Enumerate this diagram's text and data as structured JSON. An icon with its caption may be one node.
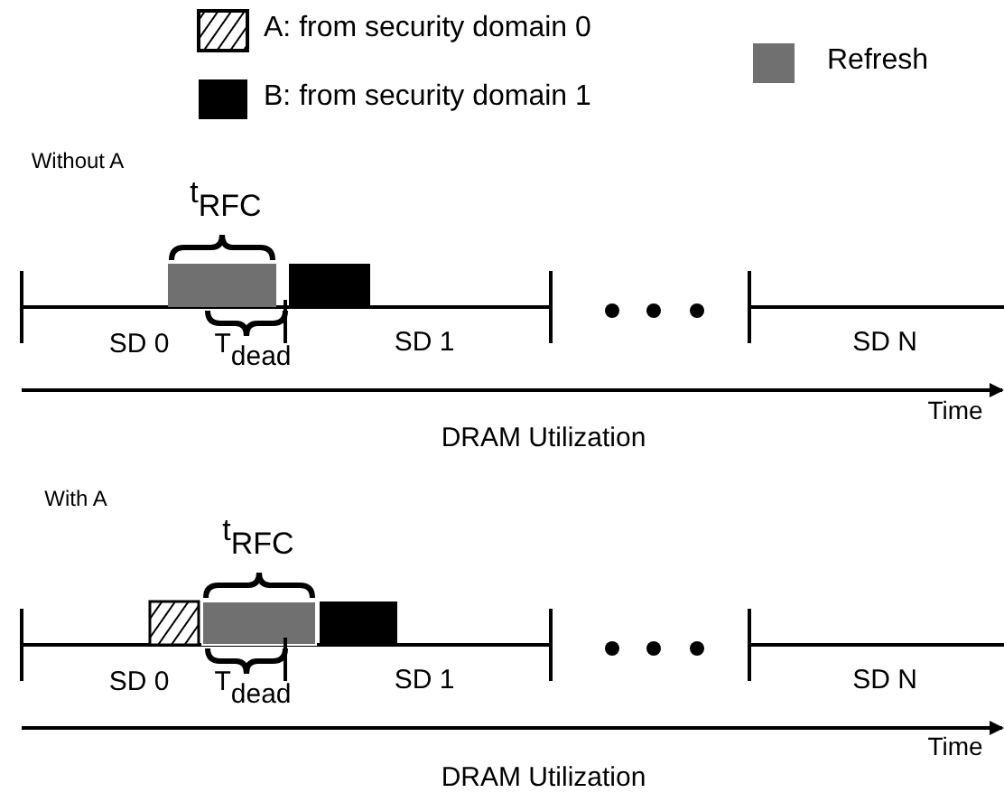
{
  "diagram": {
    "labels": [
      "Without A",
      "t$_{RFC}$",
      "SD 0",
      "T$_{dead}$",
      "SD 1",
      "SD N",
      "Time",
      "DRAM Utilization",
      "With A",
      "t$_{RFC}$",
      "SD 0",
      "T$_{dead}$",
      "SD 1",
      "SD N",
      "Time",
      "DRAM Utilization"
    ],
    "legend": [
      {
        "text": "A: from security domain 0"
      },
      {
        "text": "B: from security domain 1",
        "color": "#000000"
      },
      {
        "text": "Refresh",
        "color": "#707070"
      }
    ]
  }
}
